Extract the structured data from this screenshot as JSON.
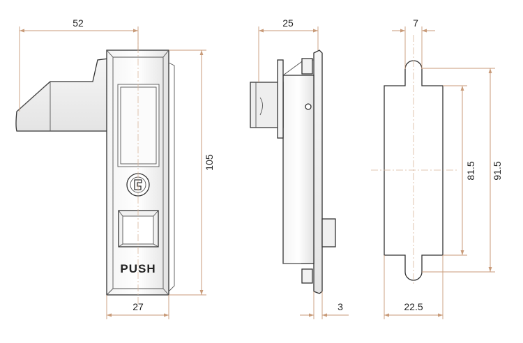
{
  "front_view": {
    "width_label": "52",
    "body_width_label": "27",
    "height_label": "105",
    "button_text": "PUSH"
  },
  "side_view": {
    "depth_label": "25",
    "flange_label": "3"
  },
  "cutout_view": {
    "tab_width_label": "7",
    "width_label": "22.5",
    "height_inner_label": "81.5",
    "height_outer_label": "91.5"
  },
  "colors": {
    "dimension": "#c89a78",
    "outline": "#333333",
    "text": "#222222"
  }
}
